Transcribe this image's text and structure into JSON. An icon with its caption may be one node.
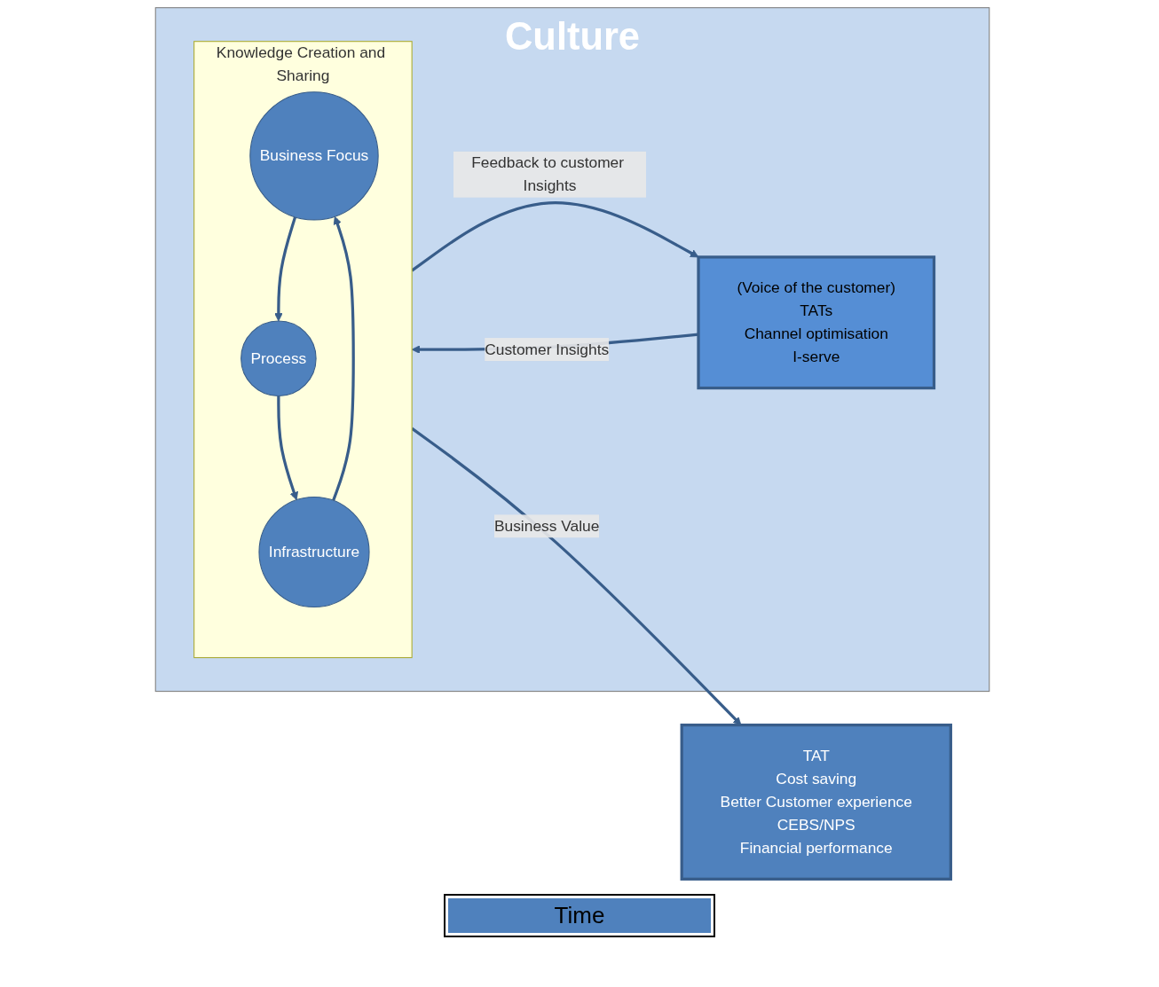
{
  "diagram": {
    "nodes": [
      {
        "text": [
          "Culture"
        ]
      },
      {
        "text": [
          "(Voice of the customer)",
          "TATs",
          "Channel optimisation",
          "I-serve"
        ],
        "in": 0
      },
      {
        "text": [
          "Knowledge Creation and Sharing"
        ],
        "in": 0
      },
      {
        "text": [
          "Business Focus"
        ],
        "in": 2
      },
      {
        "text": [
          "Process"
        ],
        "in": 2
      },
      {
        "text": [
          "Infrastructure"
        ],
        "in": 2
      },
      {
        "text": [
          "TAT",
          "Cost saving",
          "Better Customer experience",
          "CEBS/NPS",
          "Financial performance"
        ]
      }
    ],
    "edges": [
      {
        "from": 1,
        "to": 2,
        "arrow": "to",
        "label": "Customer Insights"
      },
      {
        "from": 2,
        "to": 6,
        "arrow": "to",
        "label": "Business Value"
      },
      {
        "from": 2,
        "to": 1,
        "arrow": "to",
        "label": "Feedback to customer Insights"
      },
      {
        "from": 3,
        "to": 4,
        "arrow": "to"
      },
      {
        "from": 4,
        "to": 5,
        "arrow": "to"
      },
      {
        "from": 5,
        "to": 3,
        "arrow": "to"
      }
    ],
    "labels": [
      "Time"
    ]
  }
}
